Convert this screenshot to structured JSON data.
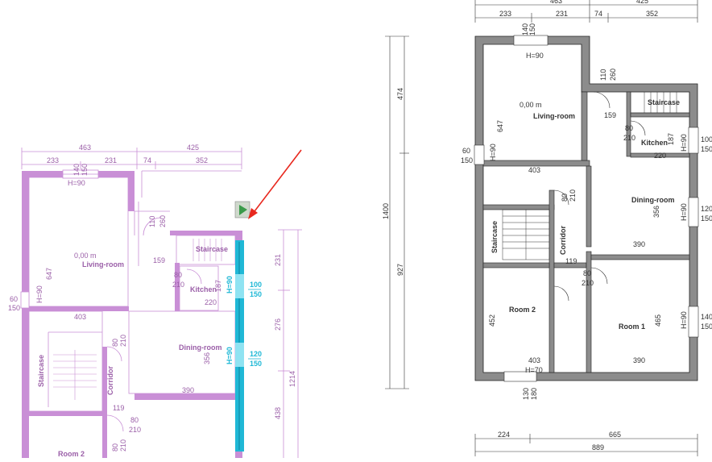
{
  "left_plan": {
    "dims_top_total": [
      "463",
      "425"
    ],
    "dims_top_detail": [
      "233",
      "231",
      "74",
      "352"
    ],
    "window_top_label": "H=90",
    "window_top_dims": [
      "140",
      "150"
    ],
    "door_dims_top": [
      "110",
      "260"
    ],
    "left_window": {
      "dims": [
        "60",
        "150"
      ],
      "label": "H=90"
    },
    "levels": "0,00 m",
    "rooms": {
      "living": "Living-room",
      "staircase_top": "Staircase",
      "kitchen": "Kitchen",
      "dining": "Dining-room",
      "staircase_left": "Staircase",
      "corridor": "Corridor",
      "room2": "Room 2"
    },
    "interior_dims": [
      "159",
      "647",
      "403",
      "220",
      "356",
      "390",
      "119",
      "187"
    ],
    "door_dims": [
      "80",
      "210"
    ],
    "right_windows": [
      {
        "label": "H=90",
        "dims": [
          "100",
          "150"
        ]
      },
      {
        "label": "H=90",
        "dims": [
          "120",
          "150"
        ]
      }
    ],
    "right_dims": [
      "231",
      "276",
      "438",
      "1214"
    ]
  },
  "right_plan": {
    "dims_top_total": [
      "463",
      "425"
    ],
    "dims_top_detail": [
      "233",
      "231",
      "74",
      "352"
    ],
    "window_top_label": "H=90",
    "window_top_dims": [
      "140",
      "150"
    ],
    "door_dims_top": [
      "110",
      "260"
    ],
    "left_window": {
      "dims": [
        "60",
        "150"
      ],
      "label": "H=90"
    },
    "levels": "0,00 m",
    "rooms": {
      "living": "Living-room",
      "staircase_top": "Staircase",
      "kitchen": "Kitchen",
      "dining": "Dining-room",
      "staircase_left": "Staircase",
      "corridor": "Corridor",
      "room2": "Room 2",
      "room1": "Room 1"
    },
    "interior_dims": [
      "159",
      "647",
      "403",
      "220",
      "356",
      "390",
      "119",
      "187",
      "452",
      "465",
      "403",
      "390"
    ],
    "door_dims": [
      "80",
      "210"
    ],
    "right_windows": [
      {
        "label": "H=90",
        "dims": [
          "100",
          "150"
        ]
      },
      {
        "label": "H=90",
        "dims": [
          "120",
          "150"
        ]
      },
      {
        "label": "H=90",
        "dims": [
          "140",
          "150"
        ]
      }
    ],
    "bottom_window": {
      "label": "H=70",
      "dims": [
        "130",
        "180"
      ]
    },
    "left_dims": [
      "474",
      "1400",
      "927"
    ],
    "bottom_dims": [
      "224",
      "665",
      "889"
    ]
  },
  "colors": {
    "selected": "#c98fd6",
    "wall_selected": "#b57ec4",
    "cyan": "#1fb8d6",
    "arrow": "#e8281e",
    "handle": "#3a9a4a"
  }
}
